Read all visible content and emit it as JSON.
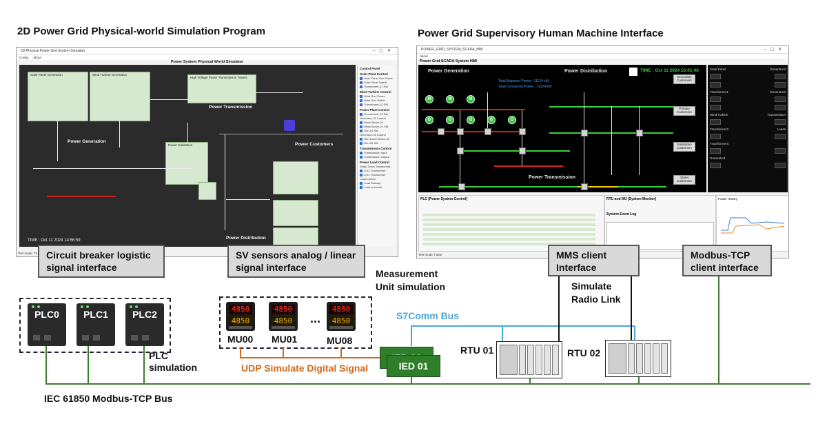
{
  "headings": {
    "left": "2D Power Grid Physical-world Simulation Program",
    "right": "Power Grid Supervisory Human Machine Interface"
  },
  "sim_window": {
    "title": "2D Physical Power Grid System Simulator",
    "menu": [
      "Config",
      "About"
    ],
    "panel_title": "Power System Physical World Simulator",
    "sections": {
      "generation": "Power Generation",
      "transmission": "Power Transmission",
      "distribution": "Power Distribution",
      "customers": "Power Customers"
    },
    "time": "TIME : Oct 11 2024 14:56:59",
    "control_panel": {
      "title": "Control Panel",
      "groups": [
        {
          "title": "Solar Plant Control",
          "items": [
            "Solar Panel Gen Power",
            "Solar Panel Switch",
            "Transformer-01 SW"
          ]
        },
        {
          "title": "Wind Turbine Control",
          "items": [
            "Wind Gen Power",
            "Wind Gen Switch",
            "Transformer-02 SW"
          ]
        },
        {
          "title": "Power Plant Control",
          "items": [
            "Transformer-03 SW",
            "Generator-01 Control",
            "Driver-Motor-01",
            "Driver-Motor-01 SW",
            "Gen-01 SW",
            "Generator-02 Control",
            "Gen-Driver-Motor-02",
            "Gen-02 SW"
          ]
        },
        {
          "title": "Transmission Control",
          "items": [
            "Transmission Input",
            "Transmission Output"
          ]
        },
        {
          "title": "Power Load Control",
          "items": [
            "Setup Down Transformer",
            "LvT1 Transformer",
            "LvT2 Transformer",
            "Load Control",
            "Load Railway",
            "Load Industrial"
          ]
        }
      ]
    },
    "status": "Test mode: True"
  },
  "hmi_window": {
    "title": "POWER_GRID_SYSTEM_SCADA_HMI",
    "menu": [
      "About"
    ],
    "panel_title": "Power Grid SCADA System HMI",
    "sections": {
      "generation": "Power Generation",
      "distribution": "Power Distribution",
      "transmission": "Power Transmission"
    },
    "time": "TIME : Oct 11 2024 15:01:46",
    "total_apparent": "Total Apparent Power : 11124 kW",
    "total_consumed": "Total Consumed Power : 11124 kW",
    "side_groups": [
      "Solar Panel",
      "Transformer1",
      "Wind Turbine",
      "Transformer3",
      "Transformer4",
      "Generator1",
      "Generator2",
      "Generator3",
      "Transmission",
      "Loads"
    ],
    "bottom_panels": {
      "plc": "PLC [Power System Control]",
      "rtu": "RTU and MU [System Monitor]",
      "event_log": "System Event Log",
      "history": "Power History"
    },
    "status": "Test mode: False"
  },
  "interface_labels": {
    "cb": "Circuit breaker logistic\nsignal interface",
    "sv": "SV sensors analog / linear\nsignal interface",
    "mms": "MMS  client\nInterface",
    "modbus": "Modbus-TCP\nclient interface"
  },
  "devices": {
    "plcs": [
      "PLC0",
      "PLC1",
      "PLC2"
    ],
    "mus": [
      "MU00",
      "MU01",
      "MU08"
    ],
    "mu_display_top": "4850",
    "mu_display_bottom": "4850",
    "ellipsis": "...",
    "ieds": [
      "IED 01",
      "IED 01"
    ],
    "rtus": [
      "RTU 01",
      "RTU 02"
    ]
  },
  "notes": {
    "measurement": "Measurement\nUnit simulation",
    "plc_sim": "PLC\nsimulation",
    "s7comm": "S7Comm Bus",
    "udp": "UDP Simulate Digital Signal",
    "radio": "Simulate\nRadio Link",
    "iec_bus": "IEC 61850 Modbus-TCP Bus"
  },
  "colors": {
    "bus_green": "#3e7d30",
    "s7comm_blue": "#4aa7d8",
    "udp_orange": "#d06a1e",
    "ied_green": "#2f7e2a"
  }
}
